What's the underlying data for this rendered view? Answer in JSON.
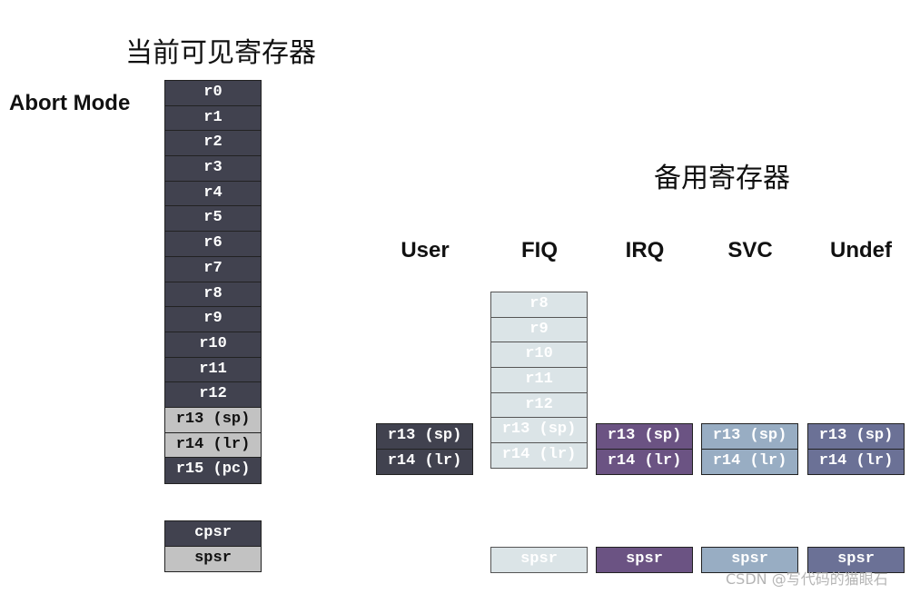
{
  "current_title": "当前可见寄存器",
  "banked_title": "备用寄存器",
  "mode_label": "Abort Mode",
  "current_registers": [
    "r0",
    "r1",
    "r2",
    "r3",
    "r4",
    "r5",
    "r6",
    "r7",
    "r8",
    "r9",
    "r10",
    "r11",
    "r12",
    "r13 (sp)",
    "r14 (lr)",
    "r15 (pc)"
  ],
  "status_registers": [
    "cpsr",
    "spsr"
  ],
  "banked": {
    "user": {
      "header": "User",
      "registers": [
        "r13 (sp)",
        "r14 (lr)"
      ]
    },
    "fiq": {
      "header": "FIQ",
      "registers": [
        "r8",
        "r9",
        "r10",
        "r11",
        "r12",
        "r13 (sp)",
        "r14 (lr)"
      ],
      "spsr": "spsr"
    },
    "irq": {
      "header": "IRQ",
      "registers": [
        "r13 (sp)",
        "r14 (lr)"
      ],
      "spsr": "spsr"
    },
    "svc": {
      "header": "SVC",
      "registers": [
        "r13 (sp)",
        "r14 (lr)"
      ],
      "spsr": "spsr"
    },
    "undef": {
      "header": "Undef",
      "registers": [
        "r13 (sp)",
        "r14 (lr)"
      ],
      "spsr": "spsr"
    }
  },
  "colors": {
    "current_dark": "#41424f",
    "current_banked": "#c2c2c2",
    "user": "#41424f",
    "fiq": "#dbe4e7",
    "irq": "#6b5383",
    "svc": "#98adc3",
    "undef": "#6b7196"
  },
  "watermark": "CSDN @写代码的猫眼石"
}
